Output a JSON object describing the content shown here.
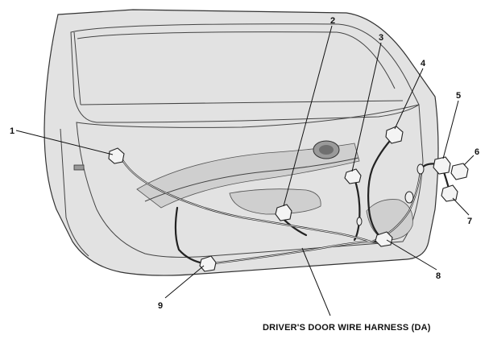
{
  "caption": "DRIVER'S DOOR WIRE HARNESS (DA)",
  "callouts": [
    "1",
    "2",
    "3",
    "4",
    "5",
    "6",
    "7",
    "8",
    "9"
  ]
}
